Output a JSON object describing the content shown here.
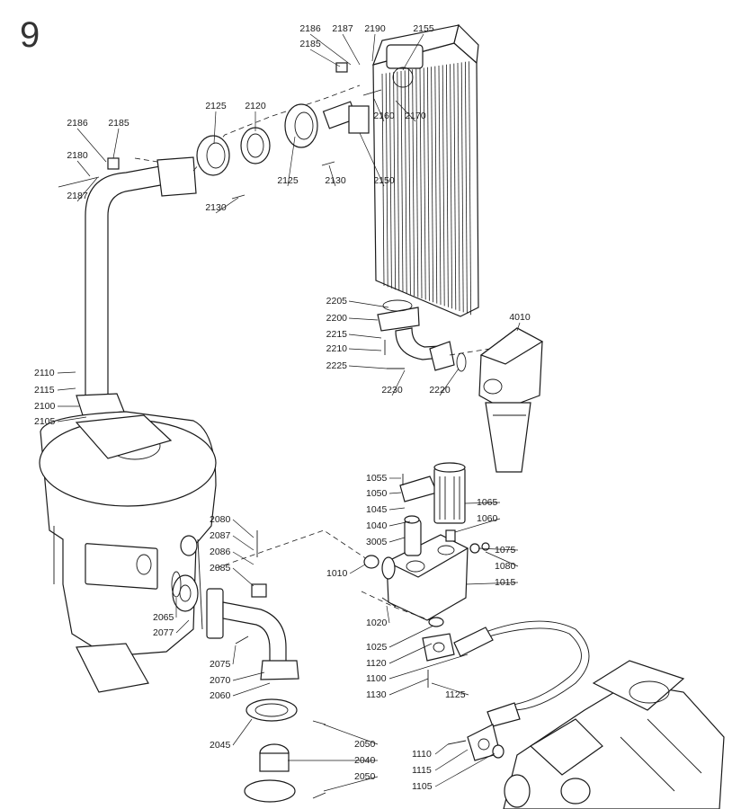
{
  "figure_number": "9",
  "labels": {
    "l2186a": "2186",
    "l2187a": "2187",
    "l2190": "2190",
    "l2155": "2155",
    "l2185a": "2185",
    "l2125a": "2125",
    "l2120": "2120",
    "l2160": "2160",
    "l2170": "2170",
    "l2186b": "2186",
    "l2185b": "2185",
    "l2180": "2180",
    "l2187b": "2187",
    "l2125b": "2125",
    "l2130a": "2130",
    "l2150": "2150",
    "l2130b": "2130",
    "l2205": "2205",
    "l2200": "2200",
    "l2215": "2215",
    "l2210": "2210",
    "l2225": "2225",
    "l2230": "2230",
    "l2220": "2220",
    "l4010": "4010",
    "l2110": "2110",
    "l2115": "2115",
    "l2100": "2100",
    "l2105": "2105",
    "l1055": "1055",
    "l1050": "1050",
    "l1045": "1045",
    "l1065": "1065",
    "l1040": "1040",
    "l1060": "1060",
    "l3005": "3005",
    "l1075": "1075",
    "l1010": "1010",
    "l1080": "1080",
    "l1015": "1015",
    "l2080": "2080",
    "l2087": "2087",
    "l2086": "2086",
    "l2085": "2085",
    "l2065": "2065",
    "l2077": "2077",
    "l1020": "1020",
    "l1025": "1025",
    "l1120": "1120",
    "l1100": "1100",
    "l1130": "1130",
    "l1125": "1125",
    "l2075": "2075",
    "l2070": "2070",
    "l2060": "2060",
    "l2045": "2045",
    "l2050a": "2050",
    "l2040": "2040",
    "l2050b": "2050",
    "l1110": "1110",
    "l1115": "1115",
    "l1105": "1105"
  }
}
